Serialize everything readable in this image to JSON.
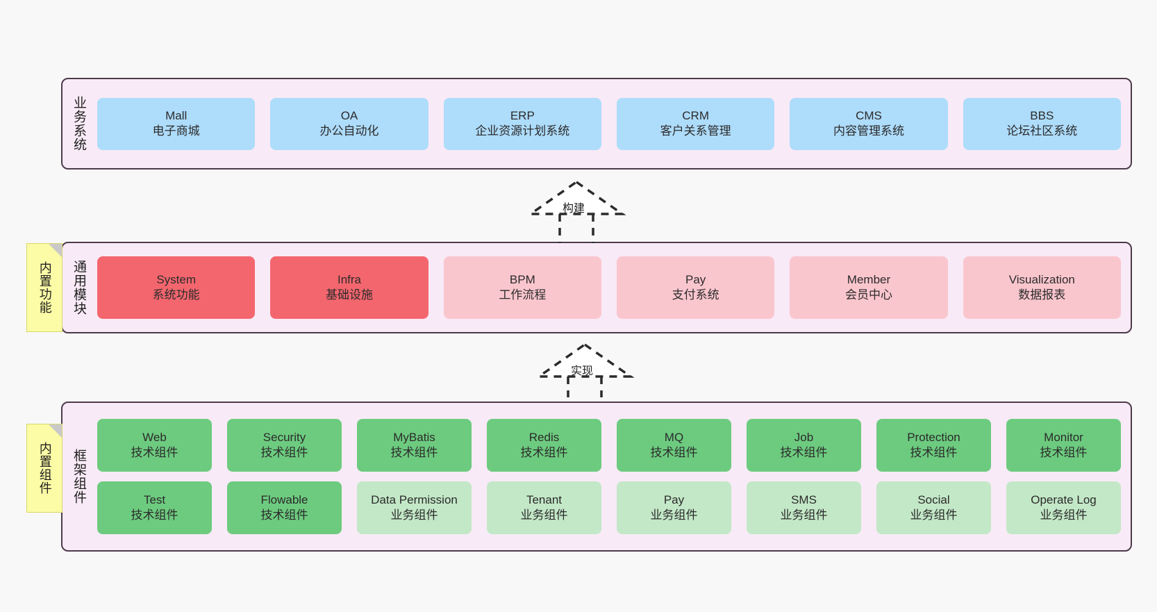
{
  "diagram": {
    "background": "#f8f8f8",
    "container_bg": "#f8eaf6",
    "container_border": "#4d3a4a"
  },
  "layers": [
    {
      "id": "business-system",
      "title": "业务系统",
      "color": "#aedcfb",
      "rows": [
        {
          "nodes": [
            {
              "en": "Mall",
              "cn": "电子商城",
              "tone": "blue"
            },
            {
              "en": "OA",
              "cn": "办公自动化",
              "tone": "blue"
            },
            {
              "en": "ERP",
              "cn": "企业资源计划系统",
              "tone": "blue"
            },
            {
              "en": "CRM",
              "cn": "客户关系管理",
              "tone": "blue"
            },
            {
              "en": "CMS",
              "cn": "内容管理系统",
              "tone": "blue"
            },
            {
              "en": "BBS",
              "cn": "论坛社区系统",
              "tone": "blue"
            }
          ]
        }
      ]
    },
    {
      "id": "common-module",
      "title": "通用模块",
      "sticky": "内置功能",
      "color": "#f4666e",
      "rows": [
        {
          "nodes": [
            {
              "en": "System",
              "cn": "系统功能",
              "tone": "red"
            },
            {
              "en": "Infra",
              "cn": "基础设施",
              "tone": "red"
            },
            {
              "en": "BPM",
              "cn": "工作流程",
              "tone": "pink"
            },
            {
              "en": "Pay",
              "cn": "支付系统",
              "tone": "pink"
            },
            {
              "en": "Member",
              "cn": "会员中心",
              "tone": "pink"
            },
            {
              "en": "Visualization",
              "cn": "数据报表",
              "tone": "pink"
            }
          ]
        }
      ]
    },
    {
      "id": "framework-component",
      "title": "框架组件",
      "sticky": "内置组件",
      "color": "#6dcb7f",
      "rows": [
        {
          "nodes": [
            {
              "en": "Web",
              "cn": "技术组件",
              "tone": "green"
            },
            {
              "en": "Security",
              "cn": "技术组件",
              "tone": "green"
            },
            {
              "en": "MyBatis",
              "cn": "技术组件",
              "tone": "green"
            },
            {
              "en": "Redis",
              "cn": "技术组件",
              "tone": "green"
            },
            {
              "en": "MQ",
              "cn": "技术组件",
              "tone": "green"
            },
            {
              "en": "Job",
              "cn": "技术组件",
              "tone": "green"
            },
            {
              "en": "Protection",
              "cn": "技术组件",
              "tone": "green"
            },
            {
              "en": "Monitor",
              "cn": "技术组件",
              "tone": "green"
            }
          ]
        },
        {
          "nodes": [
            {
              "en": "Test",
              "cn": "技术组件",
              "tone": "green"
            },
            {
              "en": "Flowable",
              "cn": "技术组件",
              "tone": "green"
            },
            {
              "en": "Data Permission",
              "cn": "业务组件",
              "tone": "lightgreen"
            },
            {
              "en": "Tenant",
              "cn": "业务组件",
              "tone": "lightgreen"
            },
            {
              "en": "Pay",
              "cn": "业务组件",
              "tone": "lightgreen"
            },
            {
              "en": "SMS",
              "cn": "业务组件",
              "tone": "lightgreen"
            },
            {
              "en": "Social",
              "cn": "业务组件",
              "tone": "lightgreen"
            },
            {
              "en": "Operate Log",
              "cn": "业务组件",
              "tone": "lightgreen"
            }
          ]
        }
      ]
    }
  ],
  "connectors": [
    {
      "id": "build",
      "label": "构建",
      "from": "common-module",
      "to": "business-system"
    },
    {
      "id": "realize",
      "label": "实现",
      "from": "framework-component",
      "to": "common-module"
    }
  ]
}
